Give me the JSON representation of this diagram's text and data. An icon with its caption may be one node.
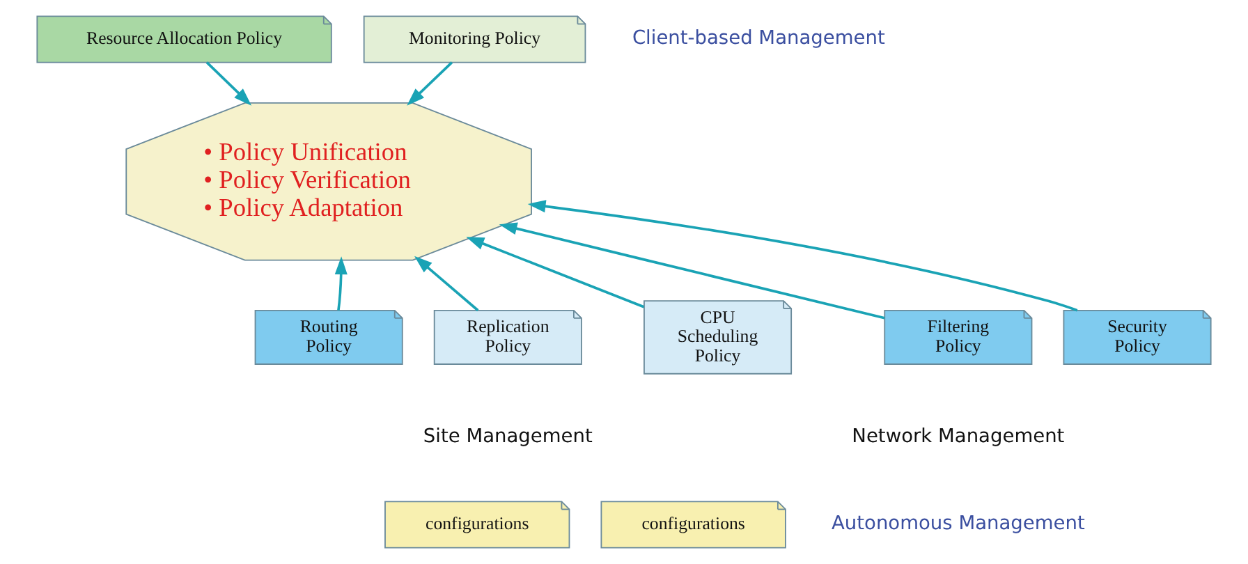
{
  "diagram": {
    "nodes": [
      {
        "text": [
          "Resource Allocation Policy"
        ]
      },
      {
        "text": [
          "Monitoring Policy"
        ]
      },
      {
        "text": [
          "• Policy Unification",
          "• Policy Verification",
          "• Policy Adaptation"
        ]
      },
      {
        "text": [
          "Replication Policy"
        ]
      },
      {
        "text": [
          "CPU Scheduling Policy"
        ]
      },
      {
        "text": [
          "Routing Policy"
        ]
      },
      {
        "text": [
          "Filtering Policy"
        ]
      },
      {
        "text": [
          "Security Policy"
        ]
      },
      {
        "text": [
          "configurations"
        ]
      },
      {
        "text": [
          "configurations"
        ]
      }
    ],
    "edges": [
      {
        "from": 0,
        "to": 2,
        "arrow": "to"
      },
      {
        "from": 1,
        "to": 2,
        "arrow": "to"
      },
      {
        "from": 3,
        "to": 2,
        "arrow": "to"
      },
      {
        "from": 4,
        "to": 2,
        "arrow": "to"
      },
      {
        "from": 5,
        "to": 2,
        "arrow": "to"
      },
      {
        "from": 6,
        "to": 2,
        "arrow": "to"
      },
      {
        "from": 7,
        "to": 2,
        "arrow": "to"
      }
    ],
    "labels": [
      "Client-based Management",
      "Site Management",
      "Network Management",
      "Autonomous Management"
    ]
  }
}
